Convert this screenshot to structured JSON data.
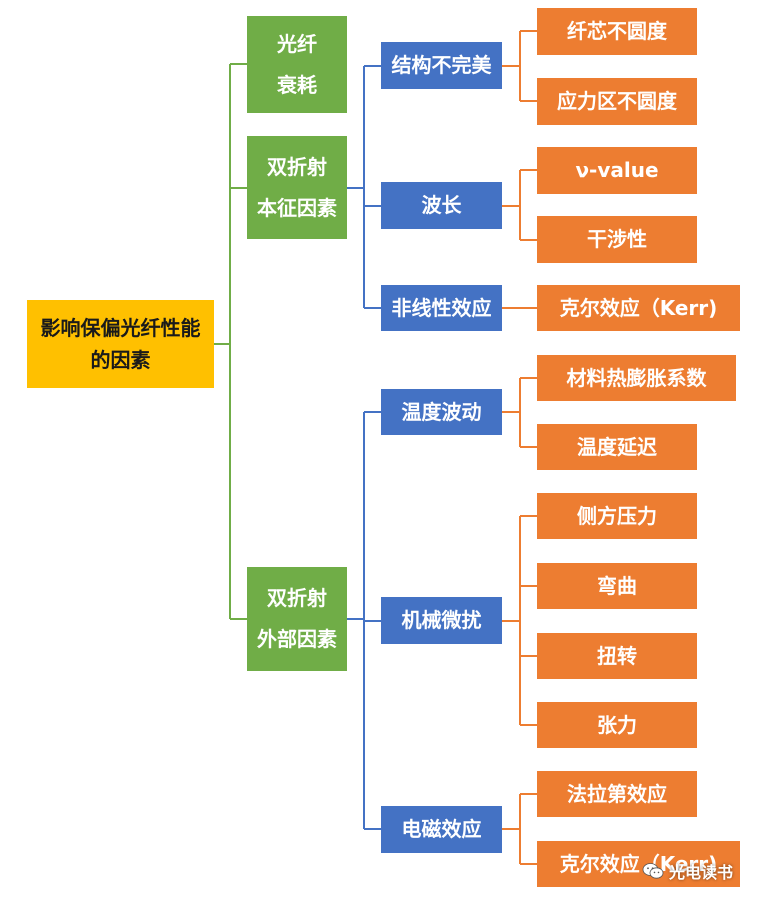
{
  "root": {
    "line1": "影响保偏光纤性能",
    "line2": "的因素"
  },
  "categories": {
    "loss": {
      "line1": "光纤",
      "line2": "衰耗"
    },
    "intrinsic": {
      "line1": "双折射",
      "line2": "本征因素"
    },
    "external": {
      "line1": "双折射",
      "line2": "外部因素"
    }
  },
  "factors": {
    "structure": "结构不完美",
    "wavelength": "波长",
    "nonlinear": "非线性效应",
    "temperature": "温度波动",
    "mechanical": "机械微扰",
    "electromagnetic": "电磁效应"
  },
  "details": {
    "core_noncircular": "纤芯不圆度",
    "stress_noncircular": "应力区不圆度",
    "v_value": "ν-value",
    "interference": "干涉性",
    "kerr_nonlinear": "克尔效应（Kerr)",
    "thermal_expansion": "材料热膨胀系数",
    "temp_delay": "温度延迟",
    "lateral_pressure": "侧方压力",
    "bending": "弯曲",
    "twisting": "扭转",
    "tension": "张力",
    "faraday": "法拉第效应",
    "kerr_em": "克尔效应（Kerr)"
  },
  "watermark": {
    "text": "光电读书",
    "icon": "wechat-icon"
  },
  "colors": {
    "root": "#ffc000",
    "category": "#70ad47",
    "factor": "#4472c4",
    "detail": "#ed7d31",
    "green_connector": "#70ad47",
    "blue_connector": "#4472c4",
    "orange_connector": "#ed7d31"
  }
}
